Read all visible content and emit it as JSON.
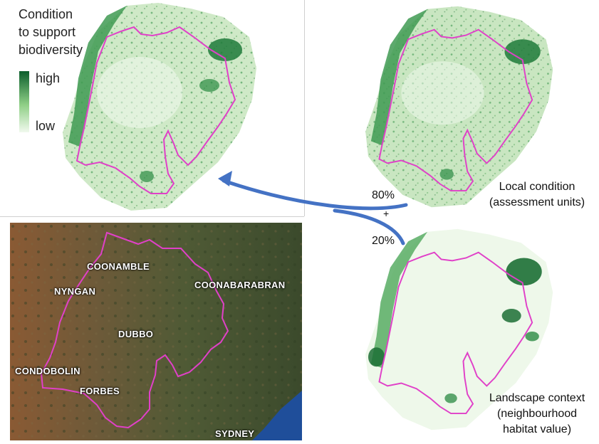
{
  "legend": {
    "title_lines": [
      "Condition",
      "to support",
      "biodiversity"
    ],
    "high_label": "high",
    "low_label": "low",
    "colors": {
      "high": "#0b5e2c",
      "mid": "#8fcf86",
      "low": "#f1f9ee"
    }
  },
  "panels": {
    "local_condition": {
      "caption_lines": [
        "Local condition",
        "(assessment units)"
      ]
    },
    "landscape_context": {
      "caption_lines": [
        "Landscape context",
        "(neighbourhood",
        "habitat value)"
      ]
    }
  },
  "weights": {
    "local": "80%",
    "plus": "+",
    "landscape": "20%"
  },
  "satellite_map": {
    "towns": [
      "COONAMBLE",
      "NYNGAN",
      "COONABARABRAN",
      "DUBBO",
      "CONDOBOLIN",
      "FORBES",
      "SYDNEY"
    ]
  },
  "colors": {
    "boundary": "#e040c8",
    "arrow": "#4472c4",
    "sea": "#1f4e9a"
  }
}
